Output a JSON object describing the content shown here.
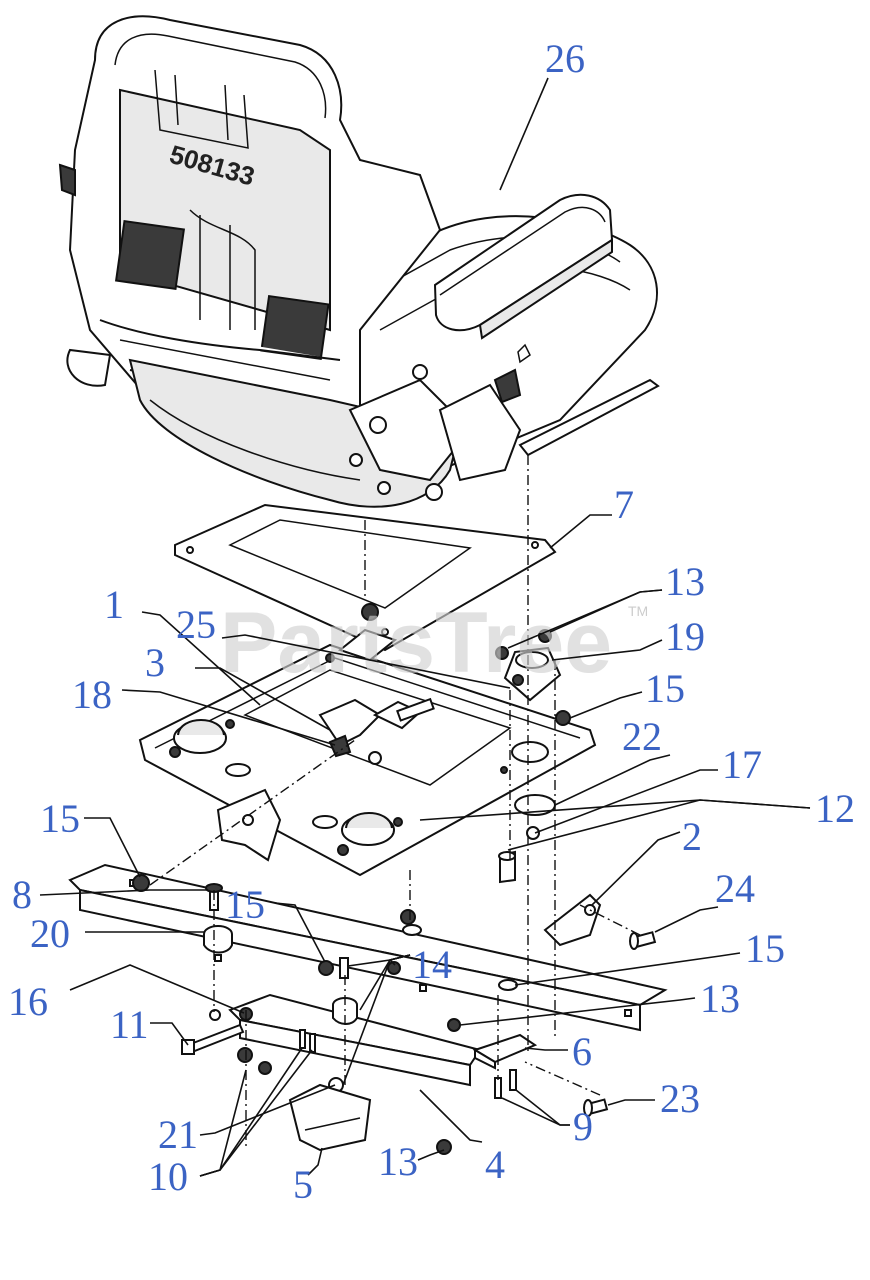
{
  "watermark": {
    "text": "PartsTree",
    "tm": "TM"
  },
  "seat_stamp": "508133",
  "callouts": [
    {
      "id": "c26a",
      "label": "26"
    },
    {
      "id": "c7",
      "label": "7"
    },
    {
      "id": "c1",
      "label": "1"
    },
    {
      "id": "c25",
      "label": "25"
    },
    {
      "id": "c13a",
      "label": "13"
    },
    {
      "id": "c19",
      "label": "19"
    },
    {
      "id": "c3",
      "label": "3"
    },
    {
      "id": "c18",
      "label": "18"
    },
    {
      "id": "c15a",
      "label": "15"
    },
    {
      "id": "c22",
      "label": "22"
    },
    {
      "id": "c17",
      "label": "17"
    },
    {
      "id": "c15b",
      "label": "15"
    },
    {
      "id": "c12",
      "label": "12"
    },
    {
      "id": "c2",
      "label": "2"
    },
    {
      "id": "c8",
      "label": "8"
    },
    {
      "id": "c15c",
      "label": "15"
    },
    {
      "id": "c20",
      "label": "20"
    },
    {
      "id": "c24",
      "label": "24"
    },
    {
      "id": "c14",
      "label": "14"
    },
    {
      "id": "c15d",
      "label": "15"
    },
    {
      "id": "c16",
      "label": "16"
    },
    {
      "id": "c13b",
      "label": "13"
    },
    {
      "id": "c11",
      "label": "11"
    },
    {
      "id": "c6",
      "label": "6"
    },
    {
      "id": "c23",
      "label": "23"
    },
    {
      "id": "c21",
      "label": "21"
    },
    {
      "id": "c9",
      "label": "9"
    },
    {
      "id": "c10",
      "label": "10"
    },
    {
      "id": "c13c",
      "label": "13"
    },
    {
      "id": "c4",
      "label": "4"
    },
    {
      "id": "c5",
      "label": "5"
    }
  ]
}
